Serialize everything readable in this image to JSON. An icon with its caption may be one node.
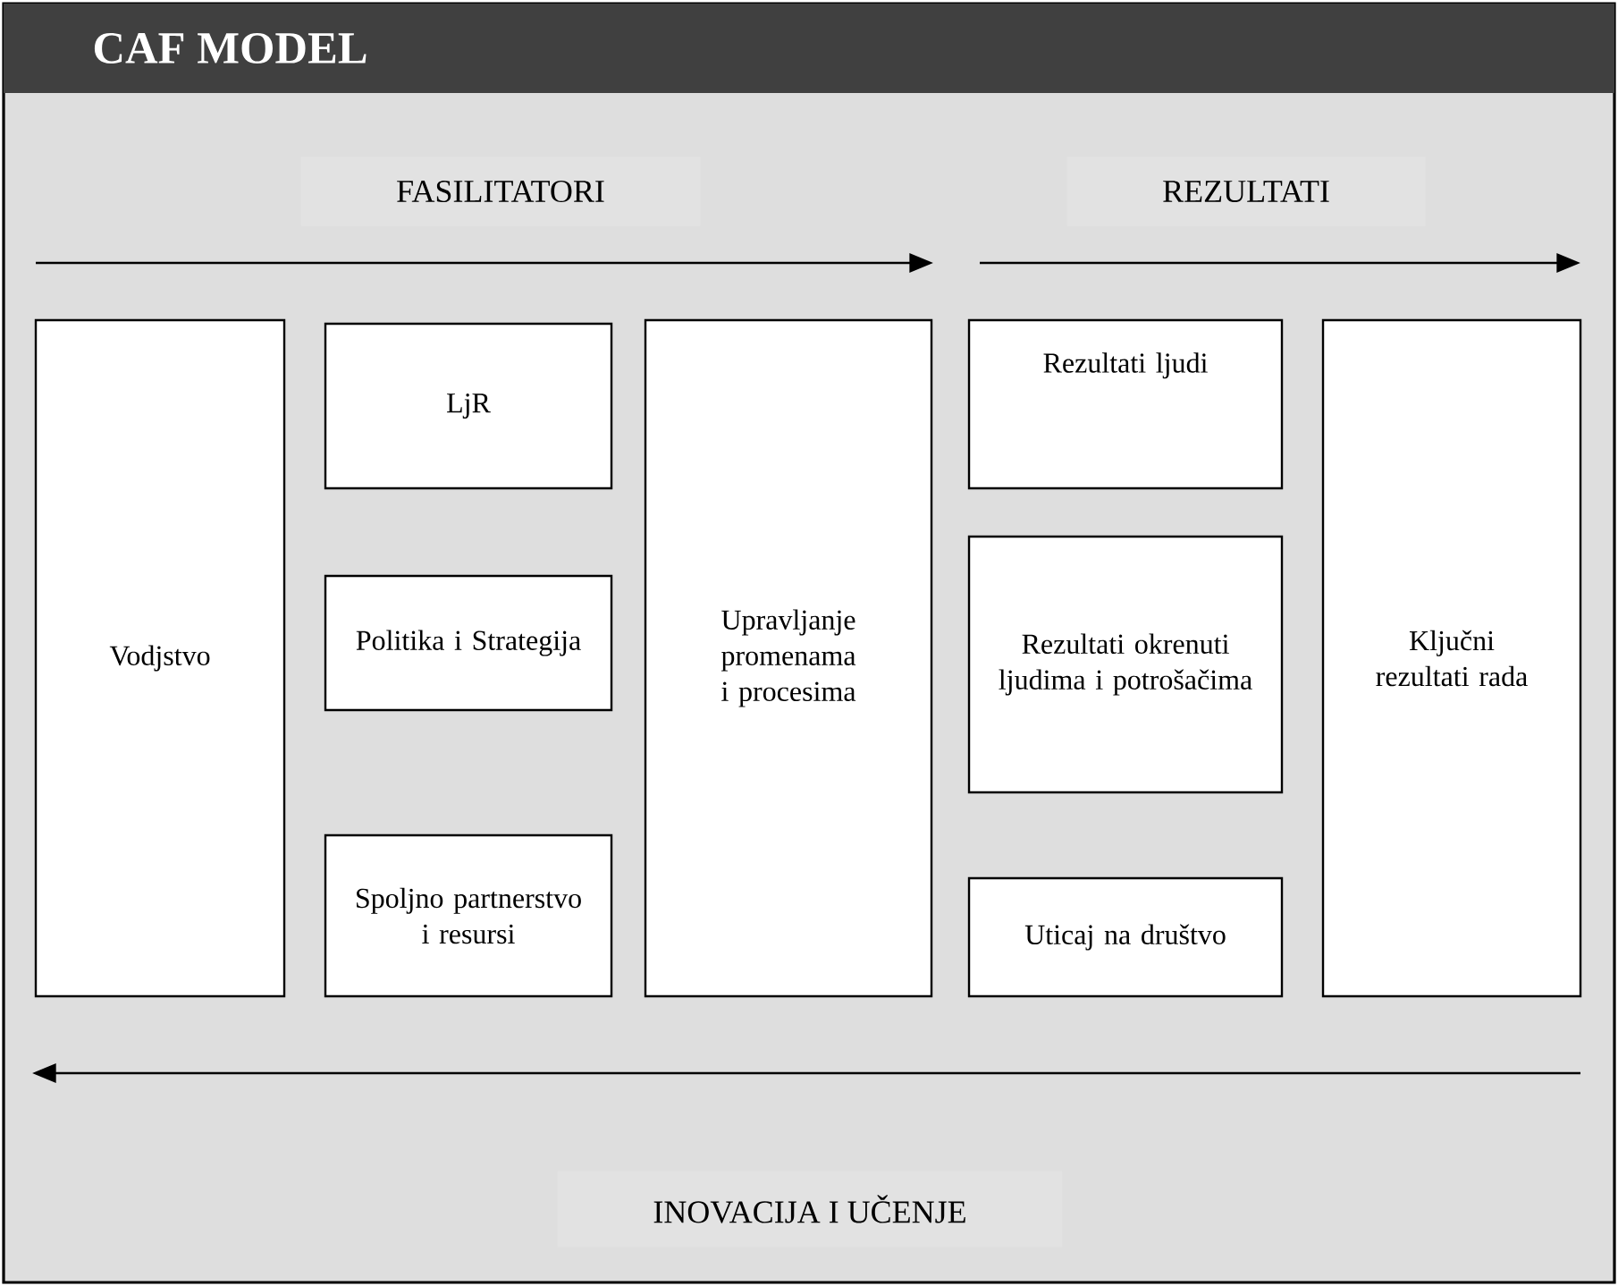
{
  "diagram": {
    "title": "CAF MODEL",
    "nodes": [
      {
        "text": [
          "Vodjstvo"
        ]
      },
      {
        "text": [
          "LjR"
        ]
      },
      {
        "text": [
          "Politika i Strategija"
        ]
      },
      {
        "text": [
          "Spoljno partnerstvo i resursi"
        ]
      },
      {
        "text": [
          "Upravljanje promenama i procesima"
        ]
      },
      {
        "text": [
          "Rezultati ljudi"
        ]
      },
      {
        "text": [
          "Rezultati okrenuti ljudima i potrošačima"
        ]
      },
      {
        "text": [
          "Uticaj na društvo"
        ]
      },
      {
        "text": [
          "Ključni rezultati rada"
        ]
      }
    ],
    "labels": [
      "FASILITATORI",
      "REZULTATI",
      "INOVACIJA I UČENJE"
    ]
  }
}
